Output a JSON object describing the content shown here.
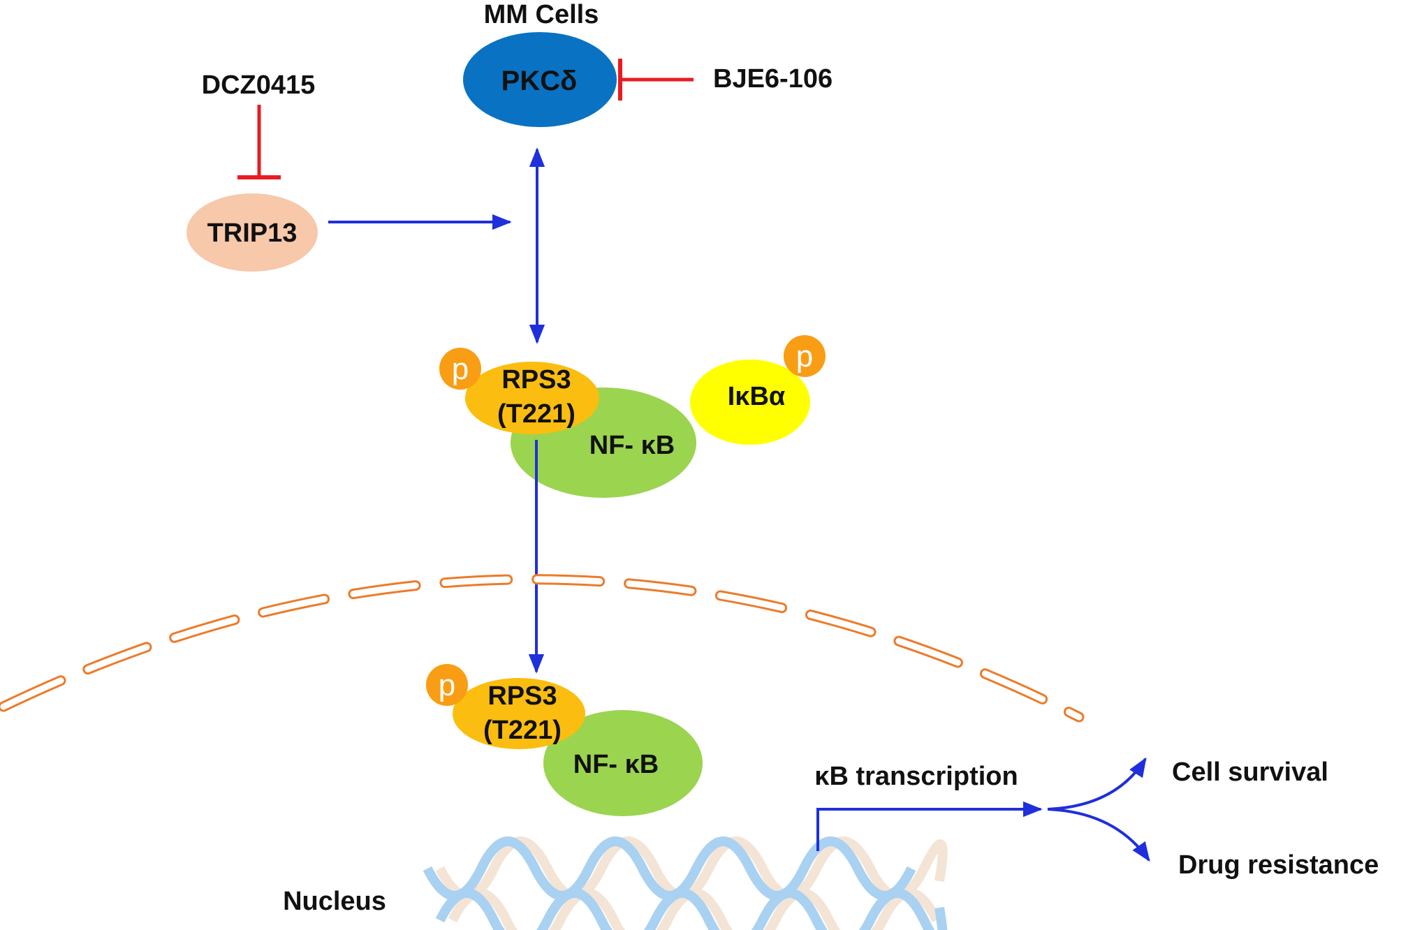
{
  "labels": {
    "mm_cells": "MM Cells",
    "pkc": "PKCδ",
    "bje": "BJE6-106",
    "dcz": "DCZ0415",
    "trip13": "TRIP13",
    "rps3_line1": "RPS3",
    "rps3_line2": "(T221)",
    "phospho": "p",
    "ikba": "IκBα",
    "nfkb": "NF- κB",
    "kb_transcription": "κB transcription",
    "cell_survival": "Cell survival",
    "drug_resistance": "Drug resistance",
    "nucleus": "Nucleus"
  },
  "colors": {
    "pkc": "#0a72c2",
    "trip13": "#f7c8aa",
    "rps3": "#fbbd0f",
    "phospho": "#f99d15",
    "ikba": "#ffff00",
    "nfkb": "#9bd44f",
    "arrow": "#1f2fdc",
    "inhibit": "#ea1b23",
    "membrane": "#ec7b2a"
  }
}
